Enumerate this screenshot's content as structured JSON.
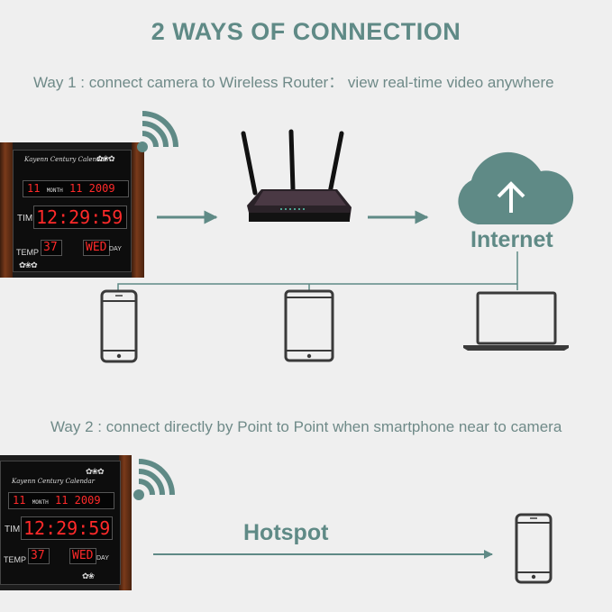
{
  "title": "2 WAYS OF CONNECTION",
  "way1": {
    "text": "Way 1 : connect camera to Wireless Router： view real-time video anywhere",
    "internet_label": "Internet"
  },
  "way2": {
    "text": "Way 2 : connect directly by Point to Point when smartphone near to camera",
    "hotspot_label": "Hotspot"
  },
  "clock": {
    "brand": "Kayenn Century Calendar",
    "date_day": "11",
    "date_month": "11",
    "date_label": "MONTH",
    "date_year": "2009",
    "time_label": "TIME",
    "time": "12:29:59",
    "temp_label": "TEMP",
    "temp": "37",
    "day_value": "WED",
    "day_label": "DAY"
  },
  "colors": {
    "accent": "#5f8a86",
    "line": "#5f8a86",
    "device": "#3a3a3a"
  },
  "icons": [
    "wifi-icon",
    "router-icon",
    "cloud-upload-icon",
    "smartphone-icon",
    "tablet-icon",
    "laptop-icon",
    "arrow-right-icon"
  ]
}
